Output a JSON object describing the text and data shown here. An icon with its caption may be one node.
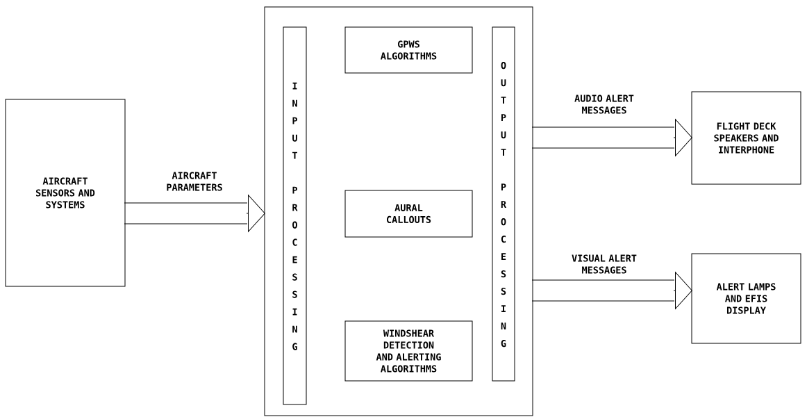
{
  "diagram": {
    "nodes": [
      {
        "text": [
          "AIRCRAFT SENSORS AND SYSTEMS"
        ]
      },
      {
        "text": [],
        "shape": "box"
      },
      {
        "text": [
          "INPUT PROCESSING"
        ],
        "in": 1
      },
      {
        "text": [
          "GPWS ALGORITHMS"
        ],
        "in": 1
      },
      {
        "text": [
          "AURAL CALLOUTS"
        ],
        "in": 1
      },
      {
        "text": [
          "WINDSHEAR DETECTION AND ALERTING ALGORITHMS"
        ],
        "in": 1
      },
      {
        "text": [
          "OUTPUT PROCESSING"
        ],
        "in": 1
      },
      {
        "text": [
          "FLIGHT DECK SPEAKERS AND INTERPHONE"
        ]
      },
      {
        "text": [
          "ALERT LAMPS AND EFIS DISPLAY"
        ]
      }
    ],
    "edges": [
      {
        "from": 0,
        "to": 1,
        "arrow": "to",
        "label": "AIRCRAFT PARAMETERS"
      },
      {
        "from": 1,
        "to": 7,
        "arrow": "to",
        "label": "AUDIO ALERT MESSAGES"
      },
      {
        "from": 1,
        "to": 8,
        "arrow": "to",
        "label": "VISUAL ALERT MESSAGES"
      }
    ]
  }
}
